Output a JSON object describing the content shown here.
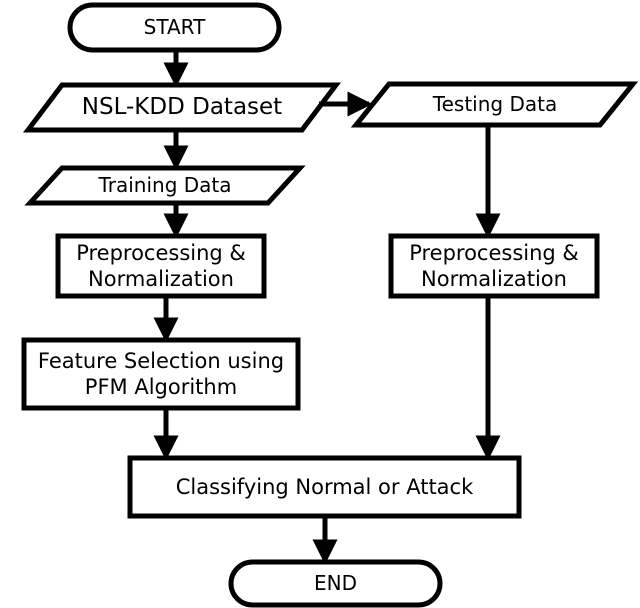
{
  "flowchart": {
    "start": "START",
    "dataset": "NSL-KDD Dataset",
    "testing_data": "Testing Data",
    "training_data": "Training Data",
    "preprocess_train": [
      "Preprocessing &",
      "Normalization"
    ],
    "preprocess_test": [
      "Preprocessing &",
      "Normalization"
    ],
    "feature_selection": [
      "Feature Selection using",
      "PFM Algorithm"
    ],
    "classify": "Classifying Normal or Attack",
    "end": "END"
  }
}
